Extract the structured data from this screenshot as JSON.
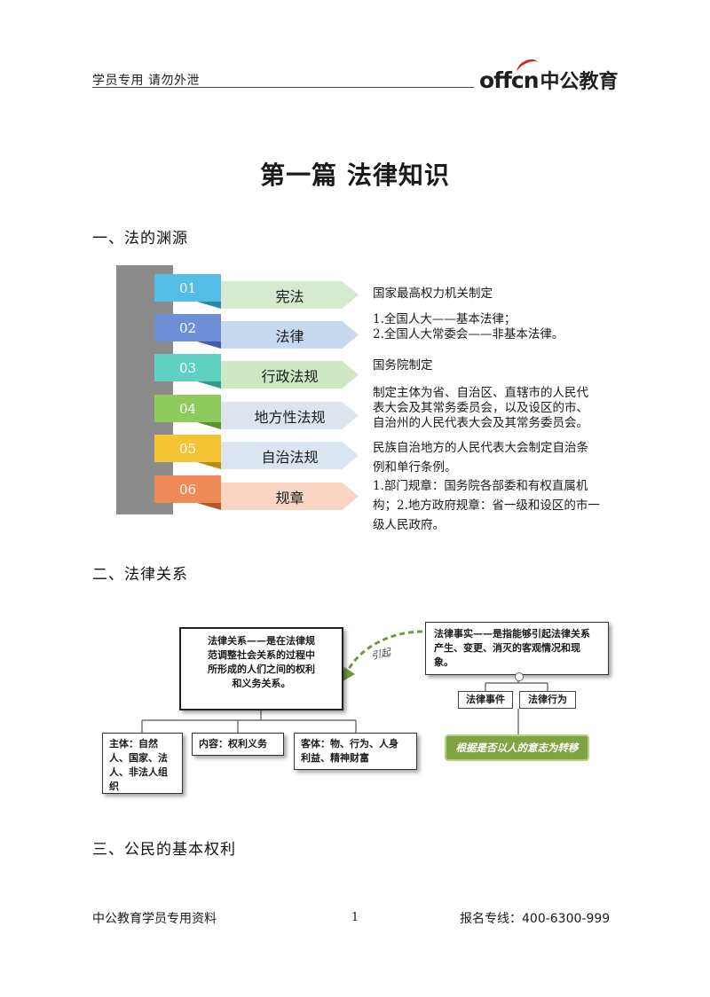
{
  "header": {
    "left_text": "学员专用 请勿外泄",
    "logo_latin": "offcn",
    "logo_cjk": "中公教育"
  },
  "title": "第一篇 法律知识",
  "sections": [
    {
      "heading": "一、法的渊源"
    },
    {
      "heading": "二、法律关系"
    },
    {
      "heading": "三、公民的基本权利"
    }
  ],
  "sources_diagram": {
    "items": [
      {
        "num": "01",
        "label": "宪法",
        "tab_color": "#56bde6",
        "fold_color": "#2f86ad",
        "arrow_color": "#d7ead0",
        "desc": [
          "国家最高权力机关制定"
        ]
      },
      {
        "num": "02",
        "label": "法律",
        "tab_color": "#6e8fd8",
        "fold_color": "#3f5faa",
        "arrow_color": "#c6daef",
        "desc": [
          "1.全国人大——基本法律；",
          "2.全国人大常委会——非基本法律。"
        ]
      },
      {
        "num": "03",
        "label": "行政法规",
        "tab_color": "#5fd0c2",
        "fold_color": "#2f9a8f",
        "arrow_color": "#cfe8c4",
        "desc": [
          "国务院制定"
        ]
      },
      {
        "num": "04",
        "label": "地方性法规",
        "tab_color": "#8fca5d",
        "fold_color": "#5a912f",
        "arrow_color": "#dde4ee",
        "desc": [
          "制定主体为省、自治区、直辖市的人民代",
          "表大会及其常务委员会，以及设区的市、",
          "自治州的人民代表大会及其常务委员会。"
        ]
      },
      {
        "num": "05",
        "label": "自治法规",
        "tab_color": "#f4c436",
        "fold_color": "#b78e14",
        "arrow_color": "#dbe5f2",
        "desc": [
          "民族自治地方的人民代表大会制定自治条",
          "例和单行条例。"
        ]
      },
      {
        "num": "06",
        "label": "规章",
        "tab_color": "#ee8a57",
        "fold_color": "#b05a2c",
        "arrow_color": "#f8d4c2",
        "desc": [
          "1.部门规章：国务院各部委和有权直属机",
          "构；2.地方政府规章：省一级和设区的市一",
          "级人民政府。"
        ]
      }
    ]
  },
  "relation_diagram": {
    "main_box": [
      "法律关系——是在法律规",
      "范调整社会关系的过程中",
      "所形成的人们之间的权利",
      "和义务关系。"
    ],
    "fact_box": [
      "法律事实——是指能够引起法律关系",
      "产生、变更、消灭的客观情况和现",
      "象。"
    ],
    "arrow_label": "引起",
    "subject_box": [
      "主体：自然",
      "人、国家、法",
      "人、非法人组",
      "织"
    ],
    "content_box": "内容：权利义务",
    "object_box": [
      "客体：物、行为、人身",
      "利益、精神财富"
    ],
    "event_box": "法律事件",
    "act_box": "法律行为",
    "green_bar": "根据是否以人的意志为转移",
    "accent_green": "#80a442"
  },
  "footer": {
    "left": "中公教育学员专用资料",
    "page": "1",
    "right": "报名专线：400-6300-999"
  }
}
